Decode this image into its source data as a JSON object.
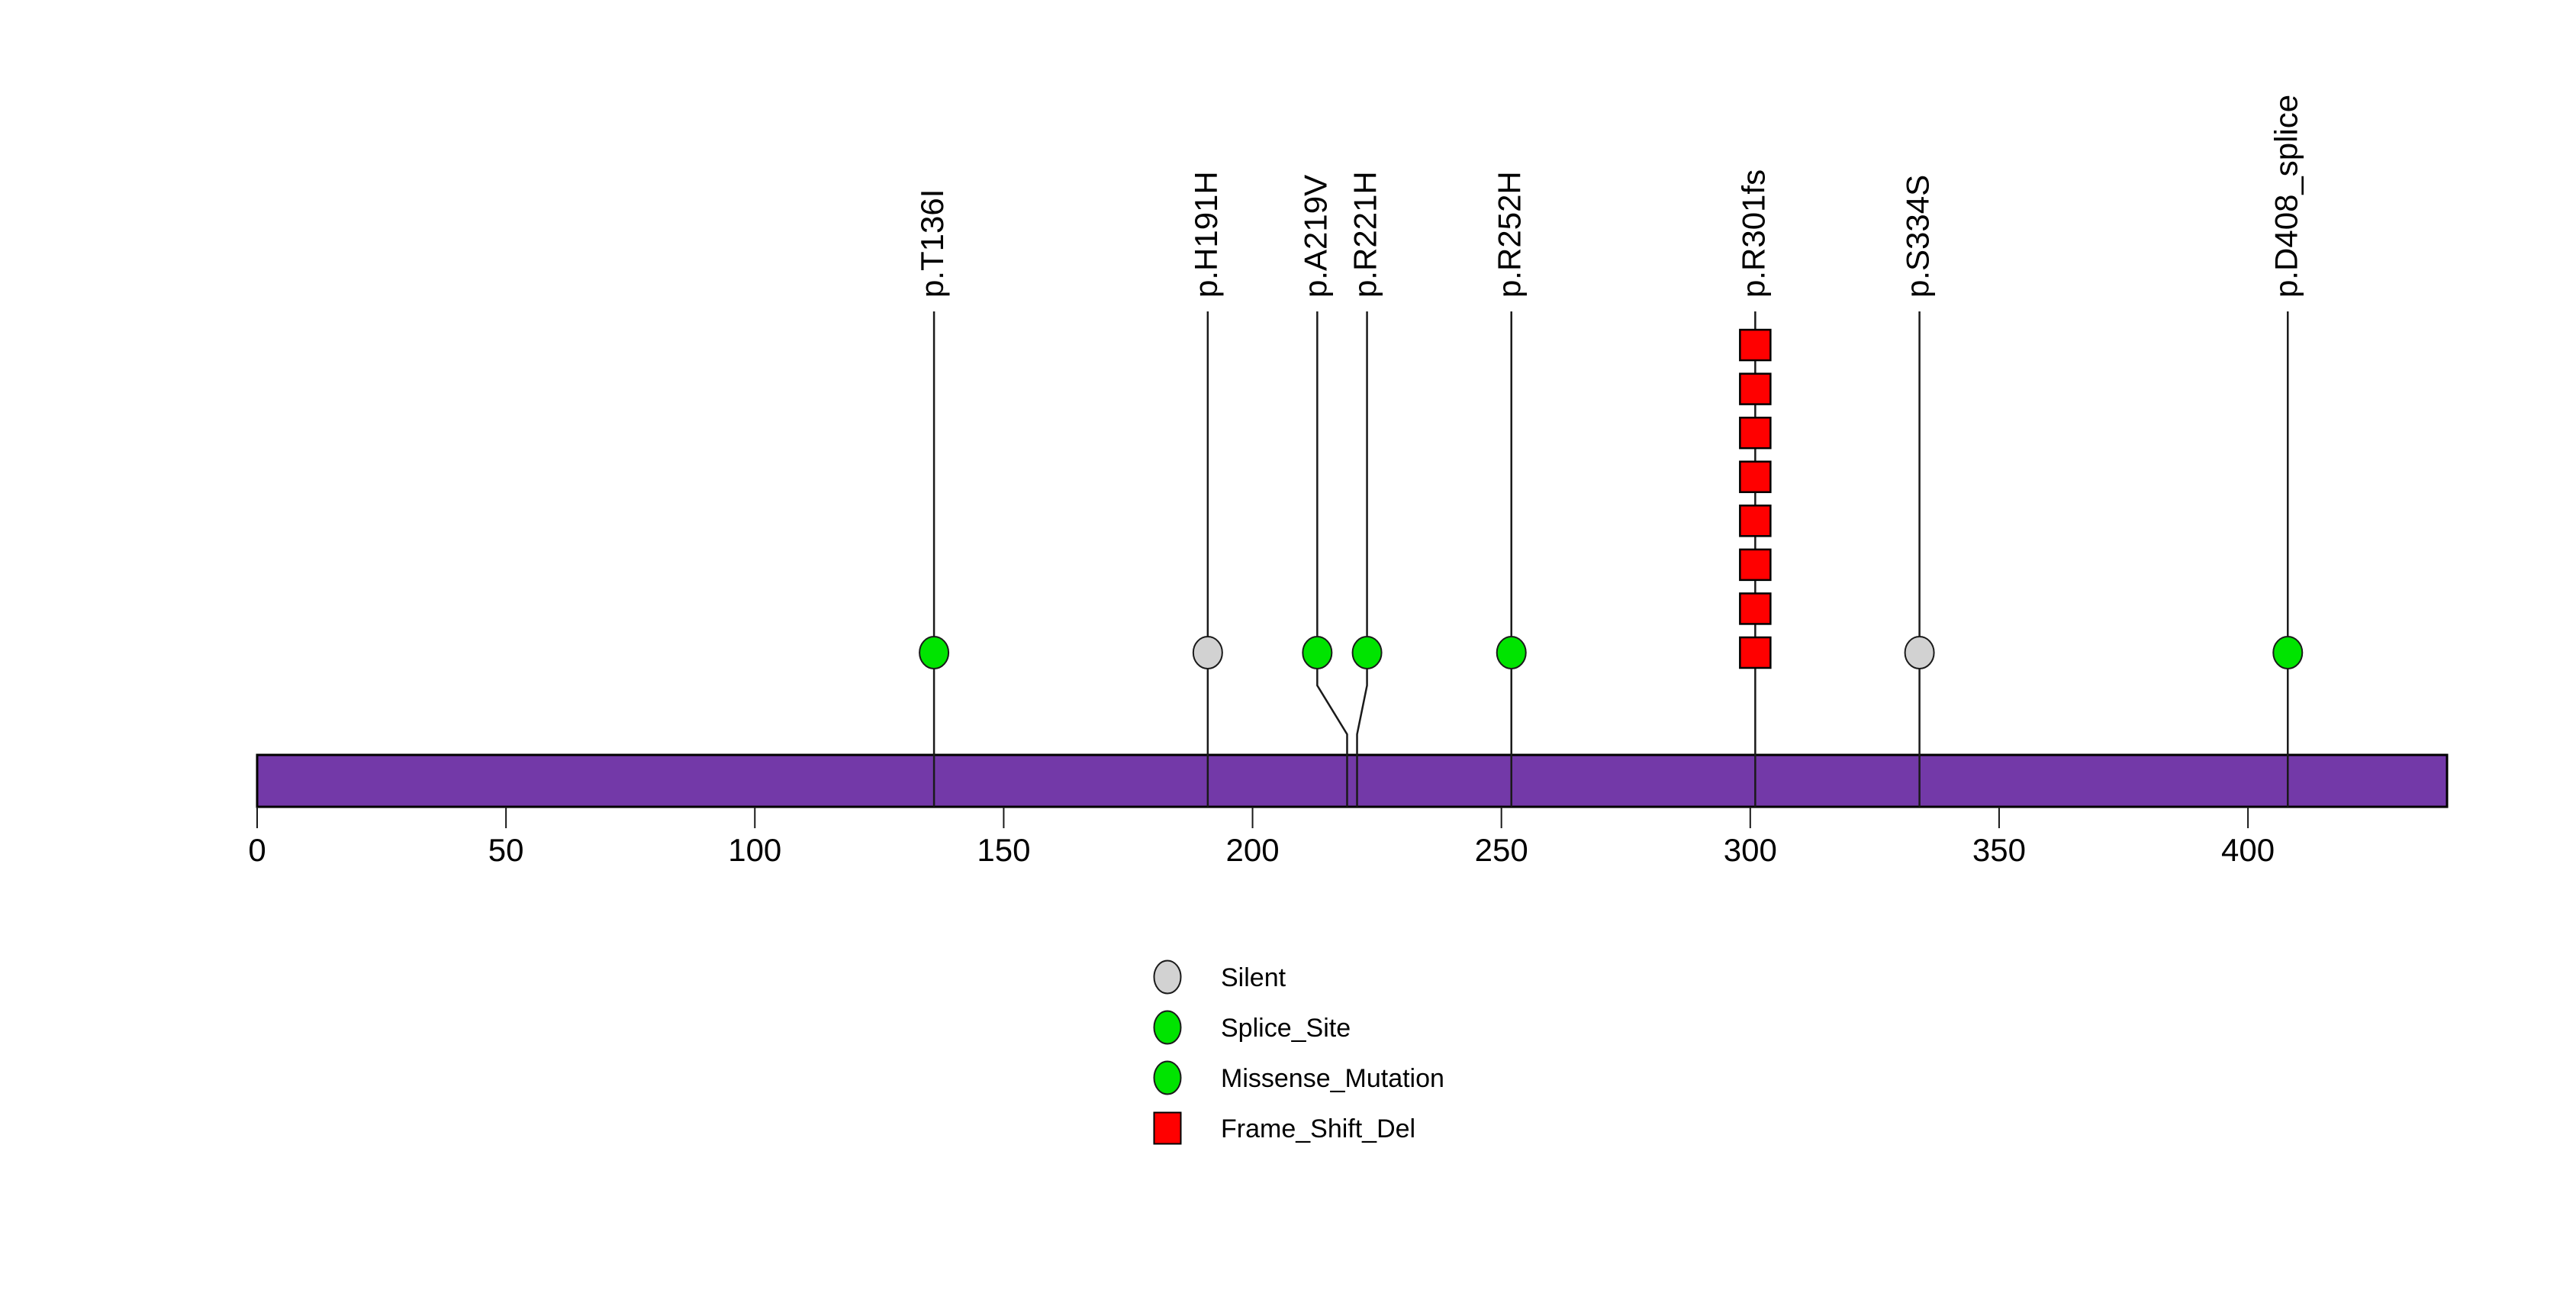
{
  "chart_data": {
    "type": "lollipop",
    "title": "",
    "xlabel": "",
    "ylabel": "",
    "xlim": [
      0,
      440
    ],
    "x_ticks": [
      0,
      50,
      100,
      150,
      200,
      250,
      300,
      350,
      400
    ],
    "grid": false,
    "background_color": "#FFFFFF",
    "protein_bar": {
      "start": 0,
      "end": 440,
      "color": "#7339A8",
      "border_color": "#000000"
    },
    "variant_classes": {
      "Silent": {
        "shape": "circle",
        "color": "#D2D2D2"
      },
      "Splice_Site": {
        "shape": "circle",
        "color": "#00E400"
      },
      "Missense_Mutation": {
        "shape": "circle",
        "color": "#00E400"
      },
      "Frame_Shift_Del": {
        "shape": "square",
        "color": "#FF0000"
      }
    },
    "mutations": [
      {
        "label": "p.T136I",
        "position": 136,
        "display_position": 136,
        "type": "Missense_Mutation",
        "count": 1
      },
      {
        "label": "p.H191H",
        "position": 191,
        "display_position": 191,
        "type": "Silent",
        "count": 1
      },
      {
        "label": "p.A219V",
        "position": 219,
        "display_position": 213,
        "type": "Missense_Mutation",
        "count": 1
      },
      {
        "label": "p.R221H",
        "position": 221,
        "display_position": 223,
        "type": "Missense_Mutation",
        "count": 1
      },
      {
        "label": "p.R252H",
        "position": 252,
        "display_position": 252,
        "type": "Missense_Mutation",
        "count": 1
      },
      {
        "label": "p.R301fs",
        "position": 301,
        "display_position": 301,
        "type": "Frame_Shift_Del",
        "count": 8
      },
      {
        "label": "p.S334S",
        "position": 334,
        "display_position": 334,
        "type": "Silent",
        "count": 1
      },
      {
        "label": "p.D408_splice",
        "position": 408,
        "display_position": 408,
        "type": "Splice_Site",
        "count": 1
      }
    ],
    "legend": {
      "position": "bottom-center",
      "items": [
        {
          "label": "Silent",
          "type": "Silent"
        },
        {
          "label": "Splice_Site",
          "type": "Splice_Site"
        },
        {
          "label": "Missense_Mutation",
          "type": "Missense_Mutation"
        },
        {
          "label": "Frame_Shift_Del",
          "type": "Frame_Shift_Del"
        }
      ]
    },
    "stem_color": "#1A1A1A",
    "tick_color": "#1A1A1A",
    "text_color": "#000000"
  }
}
